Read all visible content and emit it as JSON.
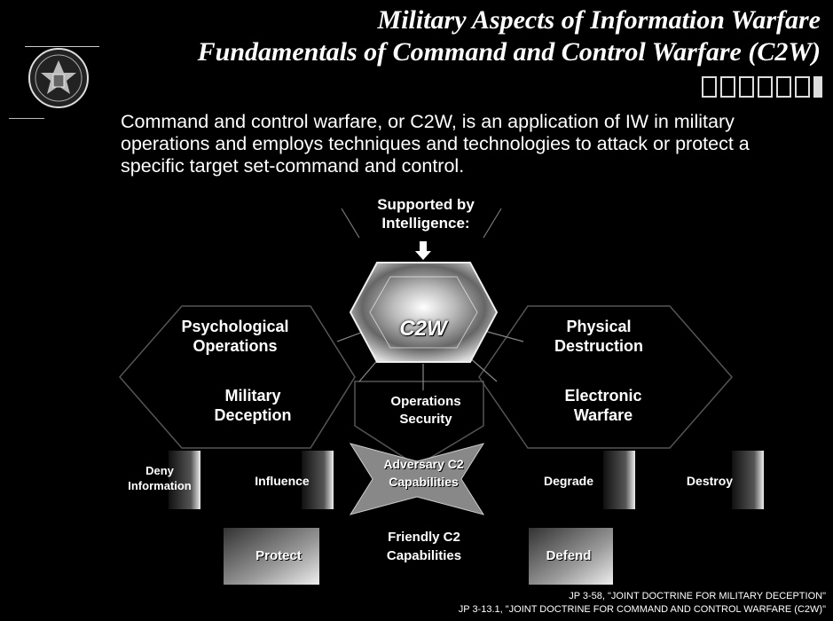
{
  "header": {
    "title_line1": "Military Aspects of Information Warfare",
    "title_line2": "Fundamentals of Command and Control Warfare (C2W)"
  },
  "intro": "Command and control warfare, or C2W, is an application of IW in military operations and employs techniques and technologies to attack or protect a specific target set-command and control.",
  "diagram": {
    "supported": "Supported by Intelligence:",
    "center": "C2W",
    "psyops": "Psychological Operations",
    "mildec": "Military Deception",
    "opsec": "Operations Security",
    "physical": "Physical Destruction",
    "ew": "Electronic Warfare",
    "adversary": "Adversary C2 Capabilities",
    "friendly": "Friendly C2 Capabilities",
    "bottom_row": {
      "deny": "Deny Information",
      "influence": "Influence",
      "degrade": "Degrade",
      "destroy": "Destroy",
      "protect": "Protect",
      "defend": "Defend"
    }
  },
  "references": [
    "JP 3-58, \"JOINT DOCTRINE FOR MILITARY DECEPTION\"",
    "JP 3-13.1, \"JOINT DOCTRINE FOR COMMAND AND CONTROL WARFARE (C2W)\""
  ],
  "colors": {
    "background": "#000000",
    "text": "#ffffff"
  }
}
